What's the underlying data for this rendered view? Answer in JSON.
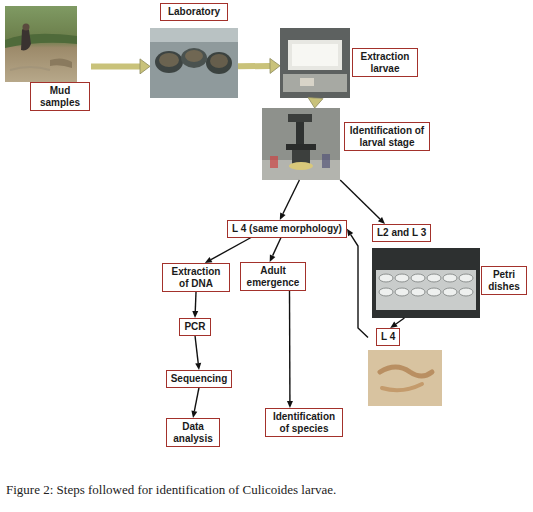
{
  "diagram": {
    "caption": "Figure 2: Steps followed for identification of Culicoides larvae.",
    "nodes": [
      {
        "text": [
          "Mud samples"
        ]
      },
      {
        "text": [
          "Laboratory"
        ]
      },
      {
        "text": [
          "Extraction larvae"
        ]
      },
      {
        "text": [
          "Identification of larval stage"
        ]
      },
      {
        "text": [
          "L 4 (same morphology)"
        ]
      },
      {
        "text": [
          "L2 and L 3"
        ]
      },
      {
        "text": [
          "Petri dishes"
        ]
      },
      {
        "text": [
          "L 4"
        ]
      },
      {
        "text": [
          "Extraction of DNA"
        ]
      },
      {
        "text": [
          "Adult emergence"
        ]
      },
      {
        "text": [
          "PCR"
        ]
      },
      {
        "text": [
          "Sequencing"
        ]
      },
      {
        "text": [
          "Data analysis"
        ]
      },
      {
        "text": [
          "Identification of species"
        ]
      }
    ],
    "edges": [
      {
        "from": 0,
        "to": 1,
        "arrow": "to"
      },
      {
        "from": 1,
        "to": 2,
        "arrow": "to"
      },
      {
        "from": 2,
        "to": 3,
        "arrow": "to"
      },
      {
        "from": 3,
        "to": 4,
        "arrow": "to"
      },
      {
        "from": 3,
        "to": 5,
        "arrow": "to"
      },
      {
        "from": 4,
        "to": 8,
        "arrow": "to"
      },
      {
        "from": 4,
        "to": 9,
        "arrow": "to"
      },
      {
        "from": 8,
        "to": 10,
        "arrow": "to"
      },
      {
        "from": 10,
        "to": 11,
        "arrow": "to"
      },
      {
        "from": 11,
        "to": 12,
        "arrow": "to"
      },
      {
        "from": 9,
        "to": 13,
        "arrow": "to"
      },
      {
        "from": 5,
        "to": 7,
        "arrow": "to"
      },
      {
        "from": 7,
        "to": 4,
        "arrow": "to"
      }
    ]
  }
}
